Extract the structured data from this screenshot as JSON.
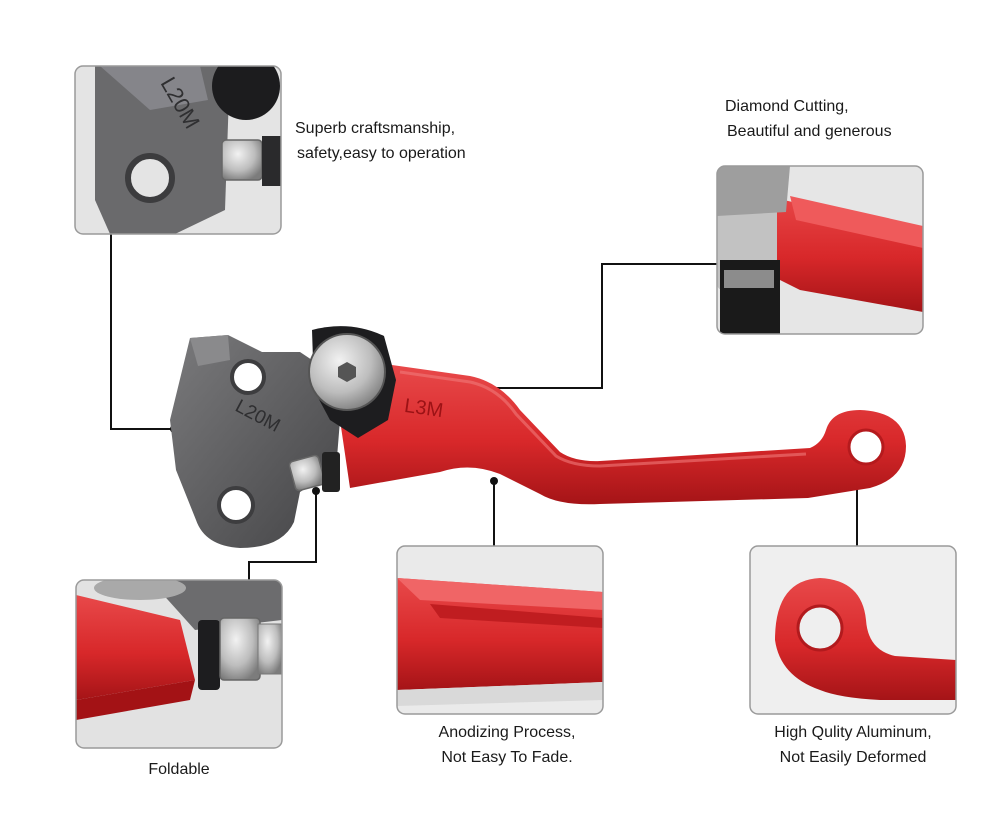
{
  "captions": {
    "craftsmanship": {
      "line1": "Superb craftsmanship,",
      "line2": "safety,easy to operation"
    },
    "diamond": {
      "line1": "Diamond Cutting,",
      "line2": "Beautiful and generous"
    },
    "foldable": {
      "line1": "Foldable"
    },
    "anodizing": {
      "line1": "Anodizing Process,",
      "line2": "Not Easy To Fade."
    },
    "aluminum": {
      "line1": "High Qulity Aluminum,",
      "line2": "Not Easily Deformed"
    }
  },
  "engravings": {
    "bracket": "L20M",
    "lever": "L3M"
  },
  "colors": {
    "lever_red": "#d8282a",
    "bracket_gray": "#5e5e60",
    "line": "#111111",
    "frame": "#9a9a9a"
  }
}
